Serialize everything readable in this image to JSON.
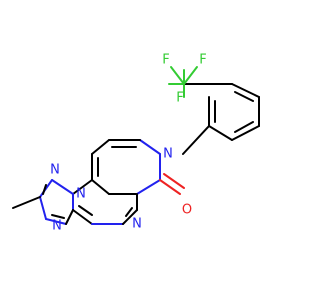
{
  "colors": {
    "background": "#ffffff",
    "carbon_bond": "#000000",
    "nitrogen": "#2222ee",
    "oxygen": "#ee2222",
    "fluorine": "#33cc33"
  },
  "atoms": {
    "f_top_left": "F",
    "f_top_right": "F",
    "f_left": "F",
    "n_ring_top": "N",
    "o_carbonyl": "O",
    "n_triazole_top": "N",
    "n_triazole_bridge": "N",
    "n_triazole_bottom": "N",
    "n_pyrimidine": "N"
  }
}
